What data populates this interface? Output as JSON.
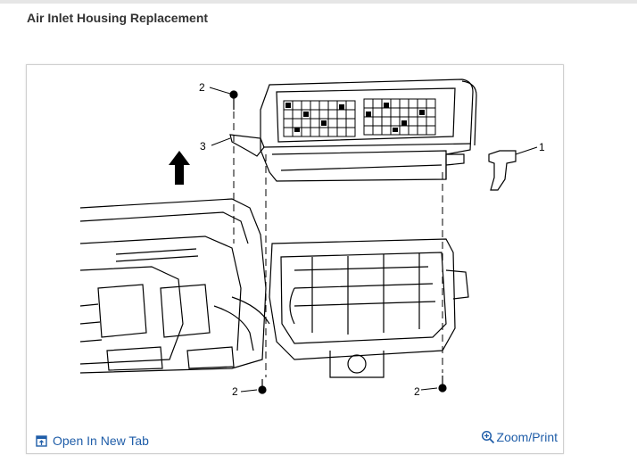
{
  "page": {
    "title": "Air Inlet Housing Replacement"
  },
  "figure": {
    "callouts": {
      "c1": "1",
      "c2_top": "2",
      "c3": "3",
      "c2_left": "2",
      "c2_right": "2"
    },
    "icons": {
      "open_tab": "open-in-new-tab-icon",
      "zoom": "magnifier-plus-icon"
    }
  },
  "footer": {
    "open_new_tab_label": "Open In New Tab",
    "zoom_print_label": "Zoom/Print"
  },
  "colors": {
    "link": "#1f5da8",
    "title": "#333333",
    "frame_border": "#cfcfcf"
  }
}
